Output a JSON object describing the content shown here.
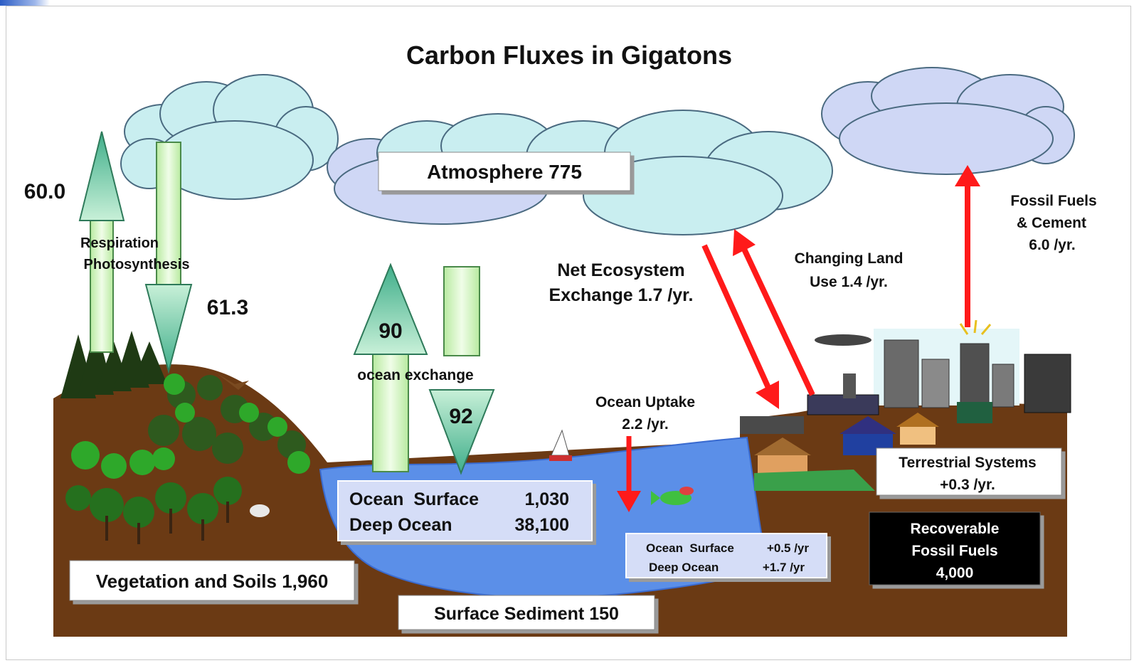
{
  "title": "Carbon Fluxes in Gigatons",
  "colors": {
    "flux_arrow": "#ff1a1a",
    "exchange_arrow": "#7ed6b0",
    "pale_arrow": "#d8f5c2",
    "cloud": "#c9eef0",
    "cloud_blue": "#cfd7f5",
    "ocean": "#5b8fe8",
    "soil": "#6b3a14",
    "box_fill": "#ffffff",
    "ocean_box_fill": "#d5ddf7",
    "fossil_box_fill": "#000000"
  },
  "reservoirs": {
    "atmosphere": "Atmosphere 775",
    "ocean_surface_label": "Ocean  Surface",
    "ocean_surface_value": "1,030",
    "deep_ocean_label": "Deep Ocean",
    "deep_ocean_value": "38,100",
    "vegetation": "Vegetation and Soils 1,960",
    "sediment": "Surface Sediment 150",
    "terrestrial_line1": "Terrestrial Systems",
    "terrestrial_line2": "+0.3 /yr.",
    "fossil_line1": "Recoverable",
    "fossil_line2": "Fossil Fuels",
    "fossil_line3": "4,000",
    "ocean_change_surface_label": "Ocean  Surface",
    "ocean_change_surface_value": "+0.5 /yr",
    "ocean_change_deep_label": "Deep Ocean",
    "ocean_change_deep_value": "+1.7 /yr"
  },
  "fluxes": {
    "respiration_value": "60.0",
    "photosynthesis_value": "61.3",
    "resp_label": "Respiration",
    "photo_label": "Photosynthesis",
    "ocean_up_value": "90",
    "ocean_down_value": "92",
    "ocean_exchange_label": "ocean exchange",
    "net_eco_line1": "Net Ecosystem",
    "net_eco_line2": "Exchange 1.7 /yr.",
    "land_use_line1": "Changing Land",
    "land_use_line2": "Use 1.4 /yr.",
    "fossil_emit_line1": "Fossil Fuels",
    "fossil_emit_line2": "& Cement",
    "fossil_emit_line3": "6.0 /yr.",
    "ocean_uptake_line1": "Ocean Uptake",
    "ocean_uptake_line2": "2.2 /yr."
  }
}
